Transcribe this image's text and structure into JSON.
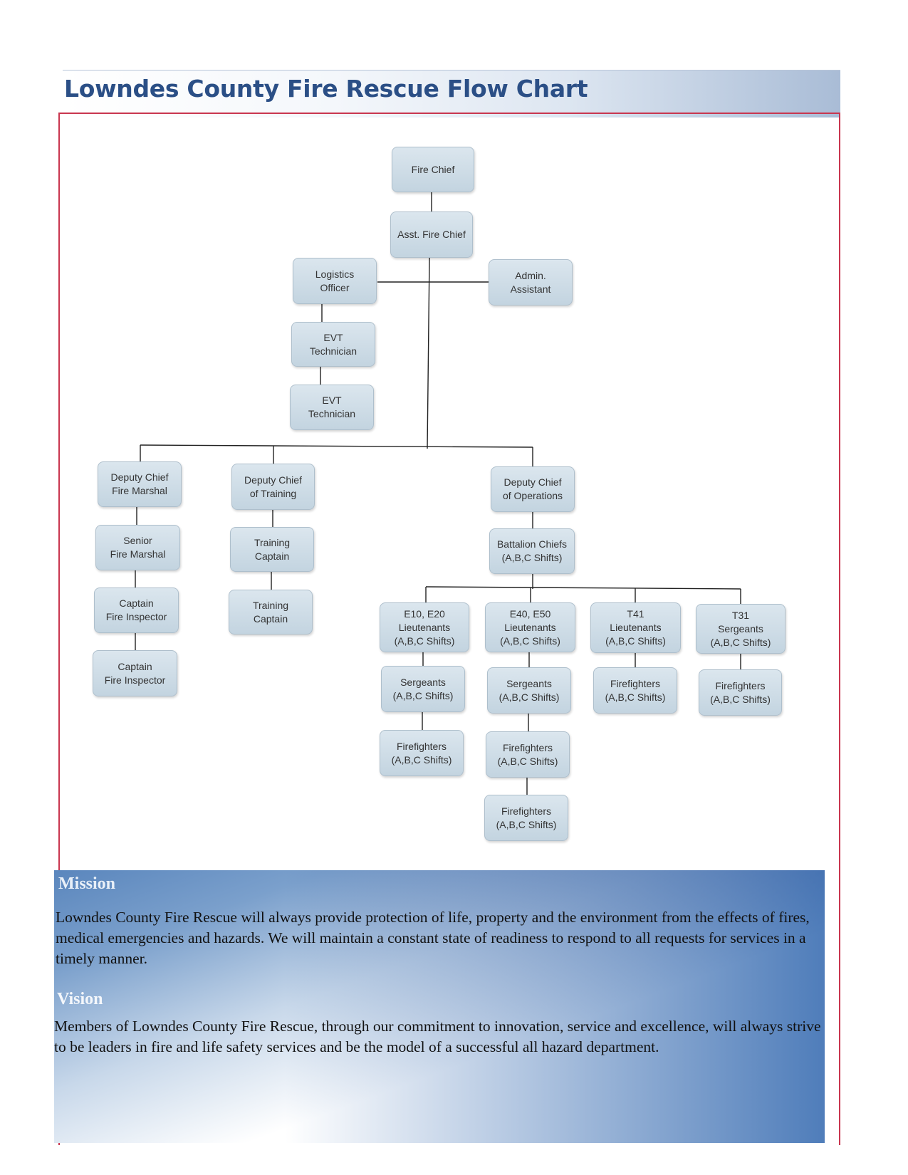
{
  "header": {
    "title": "Lowndes County Fire Rescue Flow Chart"
  },
  "org_chart": {
    "nodes": {
      "fire_chief": "Fire Chief",
      "asst_fire_chief": "Asst. Fire Chief",
      "logistics_officer": "Logistics\nOfficer",
      "admin_assistant": "Admin.\nAssistant",
      "evt_technician_1": "EVT\nTechnician",
      "evt_technician_2": "EVT\nTechnician",
      "deputy_chief_fire_marshal": "Deputy Chief\nFire Marshal",
      "senior_fire_marshal": "Senior\nFire Marshal",
      "captain_fire_inspector_1": "Captain\nFire Inspector",
      "captain_fire_inspector_2": "Captain\nFire Inspector",
      "deputy_chief_training": "Deputy Chief\nof Training",
      "training_captain_1": "Training\nCaptain",
      "training_captain_2": "Training\nCaptain",
      "deputy_chief_operations": "Deputy Chief\nof Operations",
      "battalion_chiefs": "Battalion Chiefs\n(A,B,C Shifts)",
      "e10_e20_lieutenants": "E10, E20\nLieutenants\n(A,B,C Shifts)",
      "e40_e50_lieutenants": "E40, E50\nLieutenants\n(A,B,C Shifts)",
      "t41_lieutenants": "T41\nLieutenants\n(A,B,C Shifts)",
      "t31_sergeants": "T31\nSergeants\n(A,B,C Shifts)",
      "sergeants_e10": "Sergeants\n(A,B,C Shifts)",
      "sergeants_e40": "Sergeants\n(A,B,C Shifts)",
      "firefighters_t41": "Firefighters\n(A,B,C Shifts)",
      "firefighters_t31": "Firefighters\n(A,B,C Shifts)",
      "firefighters_e10": "Firefighters\n(A,B,C Shifts)",
      "firefighters_e40_1": "Firefighters\n(A,B,C Shifts)",
      "firefighters_e40_2": "Firefighters\n(A,B,C Shifts)"
    }
  },
  "mission": {
    "heading": "Mission",
    "text": "Lowndes County Fire Rescue will always provide protection of life, property and the environment from the effects of fires, medical emergencies and hazards. We will maintain a constant state of readiness to respond to all requests for services in a timely manner."
  },
  "vision": {
    "heading": "Vision",
    "text": "Members of Lowndes County Fire Rescue, through our commitment to innovation, service and excellence, will always strive to be leaders in fire and life safety services and be the model of a successful all hazard department."
  }
}
